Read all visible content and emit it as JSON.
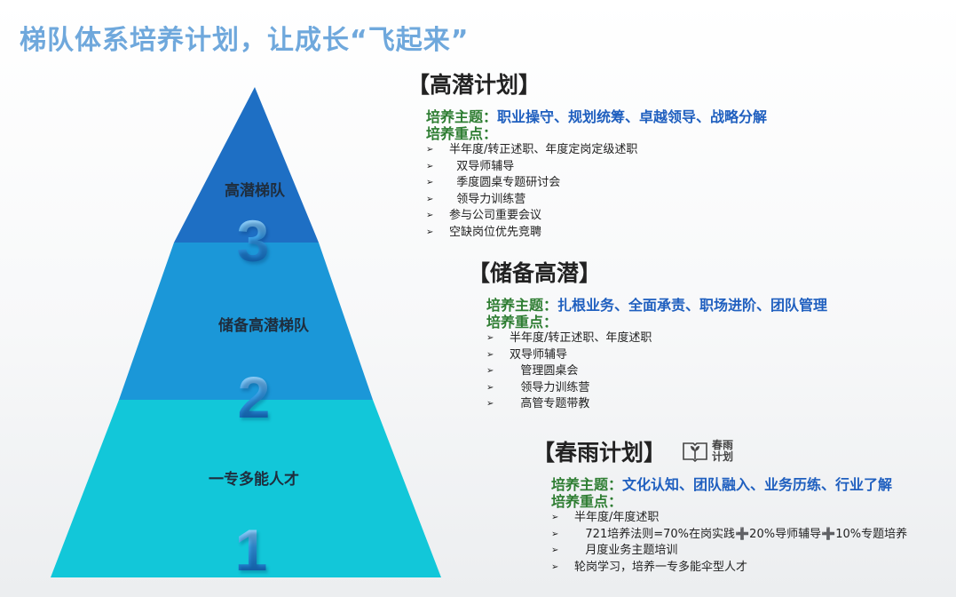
{
  "title": "梯队体系培养计划，让成长“飞起来”",
  "colors": {
    "tier_top": "#1e6fc4",
    "tier_middle": "#1b97d8",
    "tier_bottom": "#12c7d9",
    "theme_label": "#2e7d32",
    "theme_text": "#1f5fbf",
    "title": "#6fa8dc"
  },
  "pyramid": {
    "tiers": [
      {
        "label": "高潜梯队",
        "number": "3"
      },
      {
        "label": "储备高潜梯队",
        "number": "2"
      },
      {
        "label": "一专多能人才",
        "number": "1"
      }
    ]
  },
  "sections": [
    {
      "title": "【高潜计划】",
      "theme_label": "培养主题：",
      "theme_text": "职业操守、规划统筹、卓越领导、战略分解",
      "focus_label": "培养重点：",
      "items": [
        "半年度/转正述职、年度定岗定级述职",
        "  双导师辅导",
        "  季度圆桌专题研讨会",
        "  领导力训练营",
        "参与公司重要会议",
        "空缺岗位优先竞聘"
      ]
    },
    {
      "title": "【储备高潜】",
      "theme_label": "培养主题：",
      "theme_text": "扎根业务、全面承责、职场进阶、团队管理",
      "focus_label": "培养重点：",
      "items": [
        "半年度/转正述职、年度述职",
        "双导师辅导",
        "   管理圆桌会",
        "   领导力训练营",
        "   高管专题带教"
      ]
    },
    {
      "title": "【春雨计划】",
      "logo_text": "春雨计划",
      "logo_icon": "book-sprout-icon",
      "theme_label": "培养主题：",
      "theme_text": "文化认知、团队融入、业务历练、行业了解",
      "focus_label": "培养重点：",
      "items": [
        "半年度/年度述职",
        "   721培养法则=70%在岗实践➕20%导师辅导➕10%专题培养",
        "   月度业务主题培训",
        "轮岗学习，培养一专多能伞型人才"
      ]
    }
  ]
}
